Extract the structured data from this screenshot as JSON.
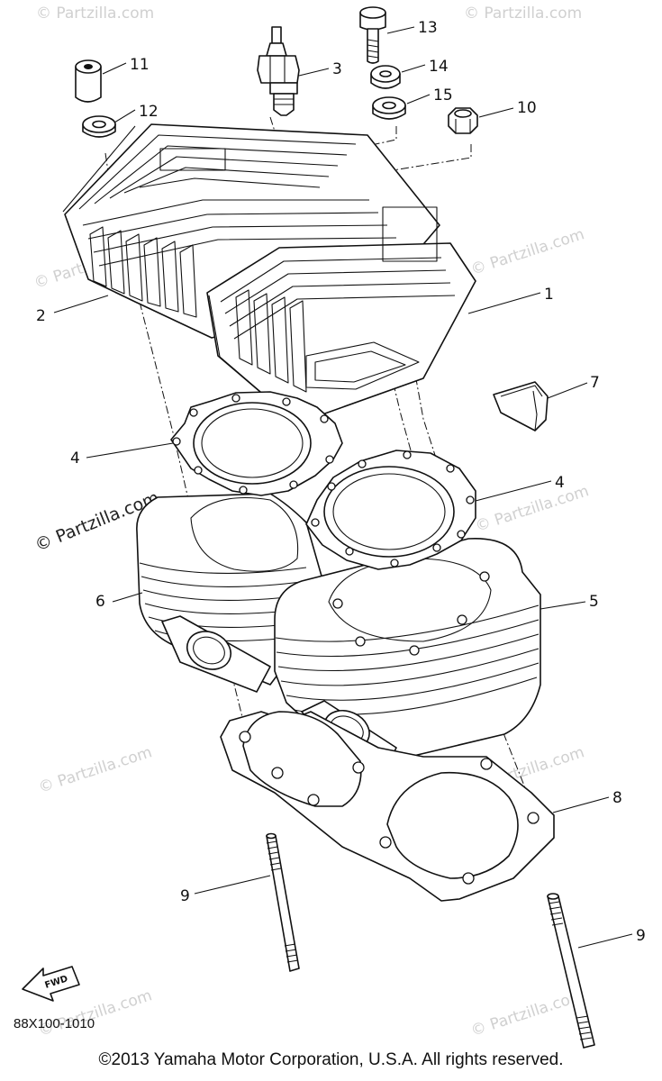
{
  "diagram": {
    "code": "88X100-1010",
    "copyright": "©2013 Yamaha Motor Corporation, U.S.A. All rights reserved.",
    "fwd_label": "FWD",
    "watermark_text": "© Partzilla.com",
    "callouts": {
      "c1": "1",
      "c2": "2",
      "c3": "3",
      "c4a": "4",
      "c4b": "4",
      "c5": "5",
      "c6": "6",
      "c7": "7",
      "c8": "8",
      "c9a": "9",
      "c9b": "9",
      "c10": "10",
      "c11": "11",
      "c12": "12",
      "c13": "13",
      "c14": "14",
      "c15": "15"
    },
    "parts": [
      {
        "id": "1",
        "name": "cylinder head (front)"
      },
      {
        "id": "2",
        "name": "cylinder head (rear)"
      },
      {
        "id": "3",
        "name": "spark plug"
      },
      {
        "id": "4",
        "name": "head gasket"
      },
      {
        "id": "5",
        "name": "cylinder (front)"
      },
      {
        "id": "6",
        "name": "cylinder (rear)"
      },
      {
        "id": "7",
        "name": "damper"
      },
      {
        "id": "8",
        "name": "base gasket"
      },
      {
        "id": "9",
        "name": "stud bolt"
      },
      {
        "id": "10",
        "name": "nut"
      },
      {
        "id": "11",
        "name": "collar"
      },
      {
        "id": "12",
        "name": "washer"
      },
      {
        "id": "13",
        "name": "bolt"
      },
      {
        "id": "14",
        "name": "washer"
      },
      {
        "id": "15",
        "name": "washer"
      }
    ]
  }
}
